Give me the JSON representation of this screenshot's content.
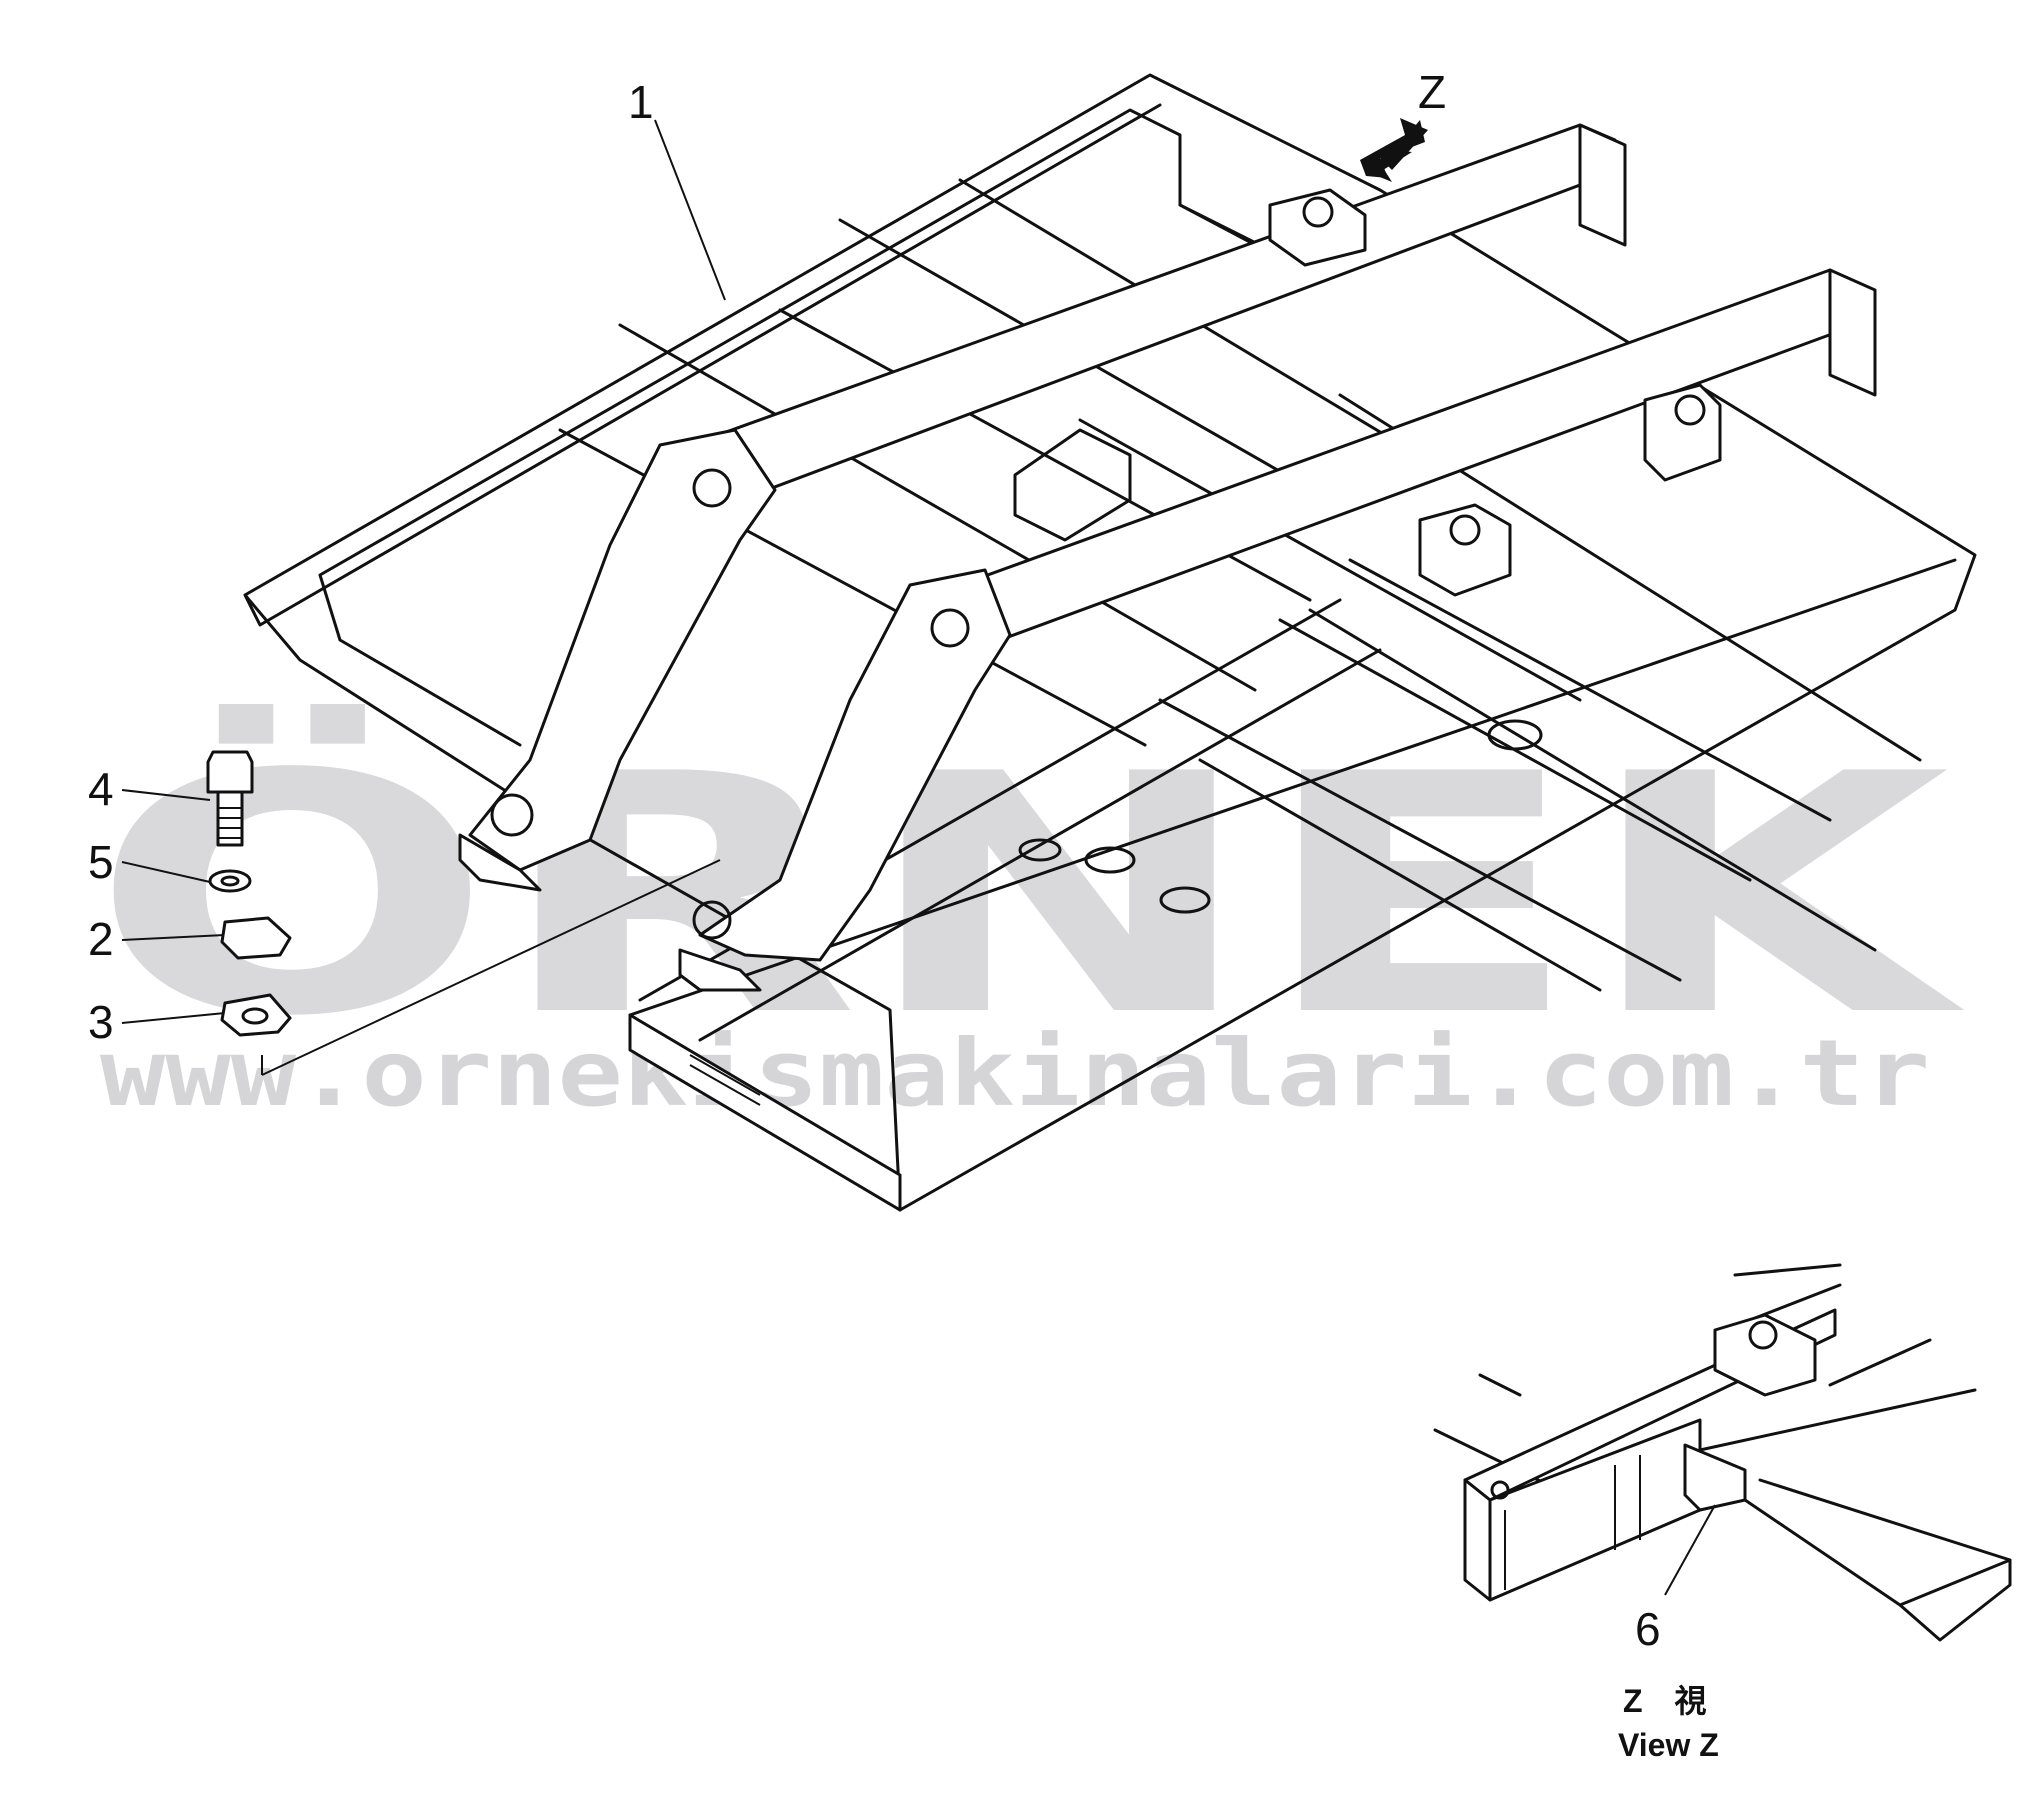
{
  "callouts": {
    "part_1": "1",
    "part_2": "2",
    "part_3": "3",
    "part_4": "4",
    "part_5": "5",
    "part_6": "6",
    "view_arrow": "Z"
  },
  "detail_view": {
    "caption_jp": "Z　視",
    "caption_en": "View  Z"
  },
  "watermark": {
    "brand": "ÖRNEK",
    "url": "www.ornekismakinalari.com.tr",
    "color": "#b9b9bd"
  }
}
